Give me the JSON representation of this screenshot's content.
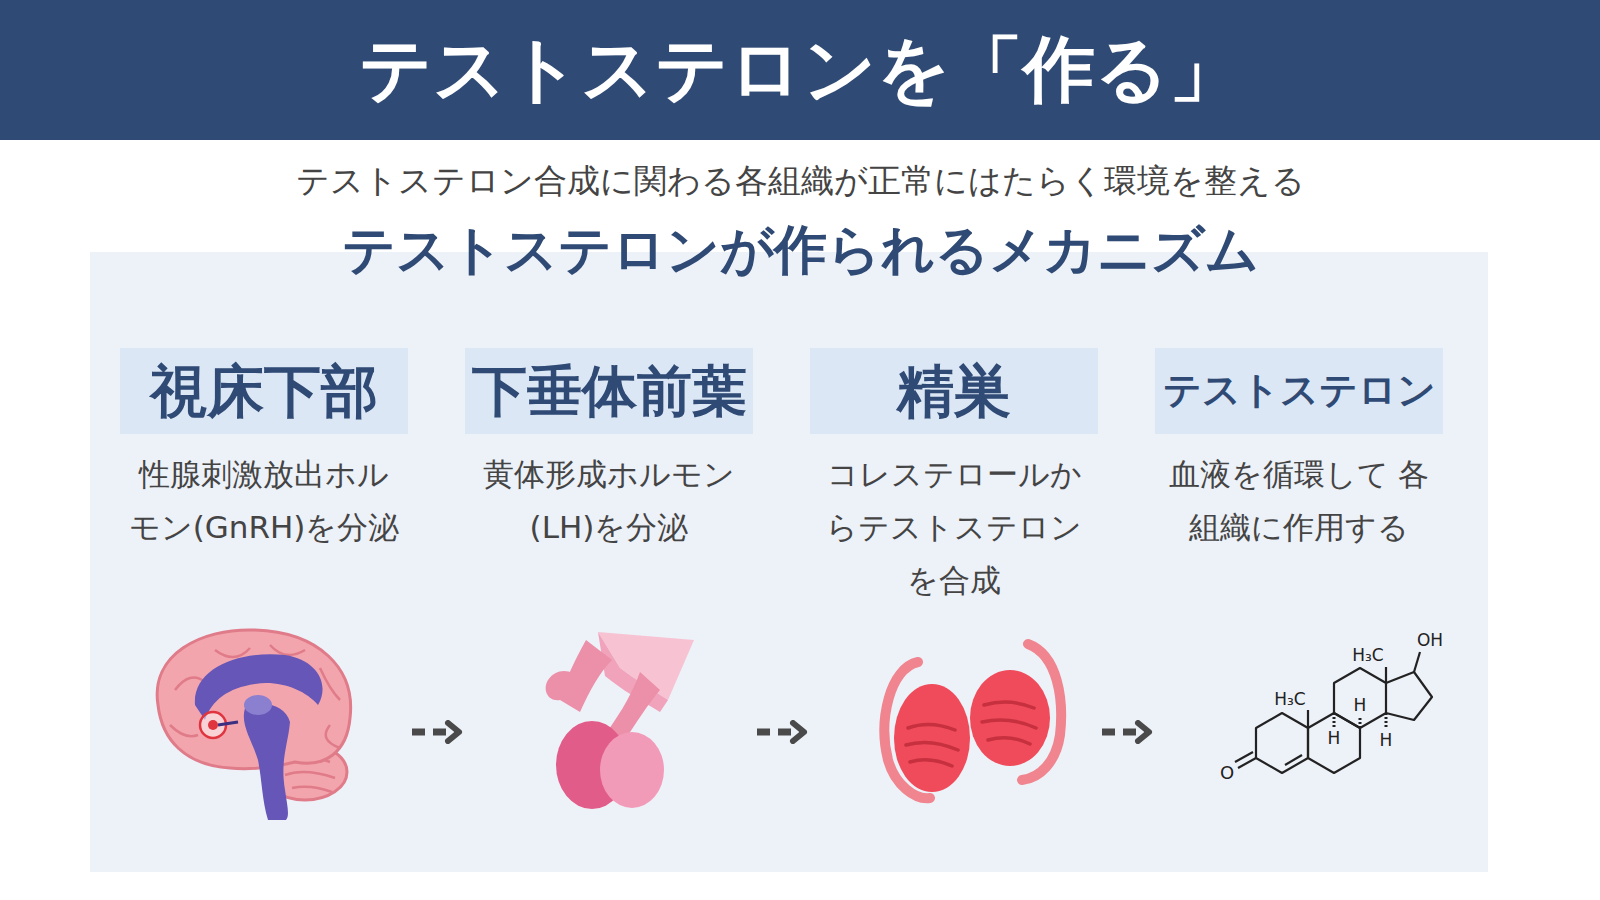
{
  "diagram": {
    "title": "テストステロンを「作る」",
    "nodes": [
      {
        "text": [
          "視床下部",
          "性腺刺激放出ホル モン(GnRH)を分泌"
        ]
      },
      {
        "text": [
          "下垂体前葉",
          "黄体形成ホルモン (LH)を分泌"
        ]
      },
      {
        "text": [
          "精巣",
          "コレステロールか らテストステロン を合成"
        ]
      },
      {
        "text": [
          "テストステロン",
          "血液を循環して 各組織に作用する"
        ]
      }
    ],
    "edges": [
      {
        "from": 0,
        "to": 1,
        "arrow": "to"
      },
      {
        "from": 1,
        "to": 2,
        "arrow": "to"
      },
      {
        "from": 2,
        "to": 3,
        "arrow": "to"
      }
    ],
    "labels": [
      "テストステロン合成に関わる各組織が正常にはたらく環境を整える",
      "テストステロンが作られるメカニズム",
      "OH",
      "H₃C",
      "H₃C",
      "H",
      "H",
      "H",
      "O"
    ]
  }
}
